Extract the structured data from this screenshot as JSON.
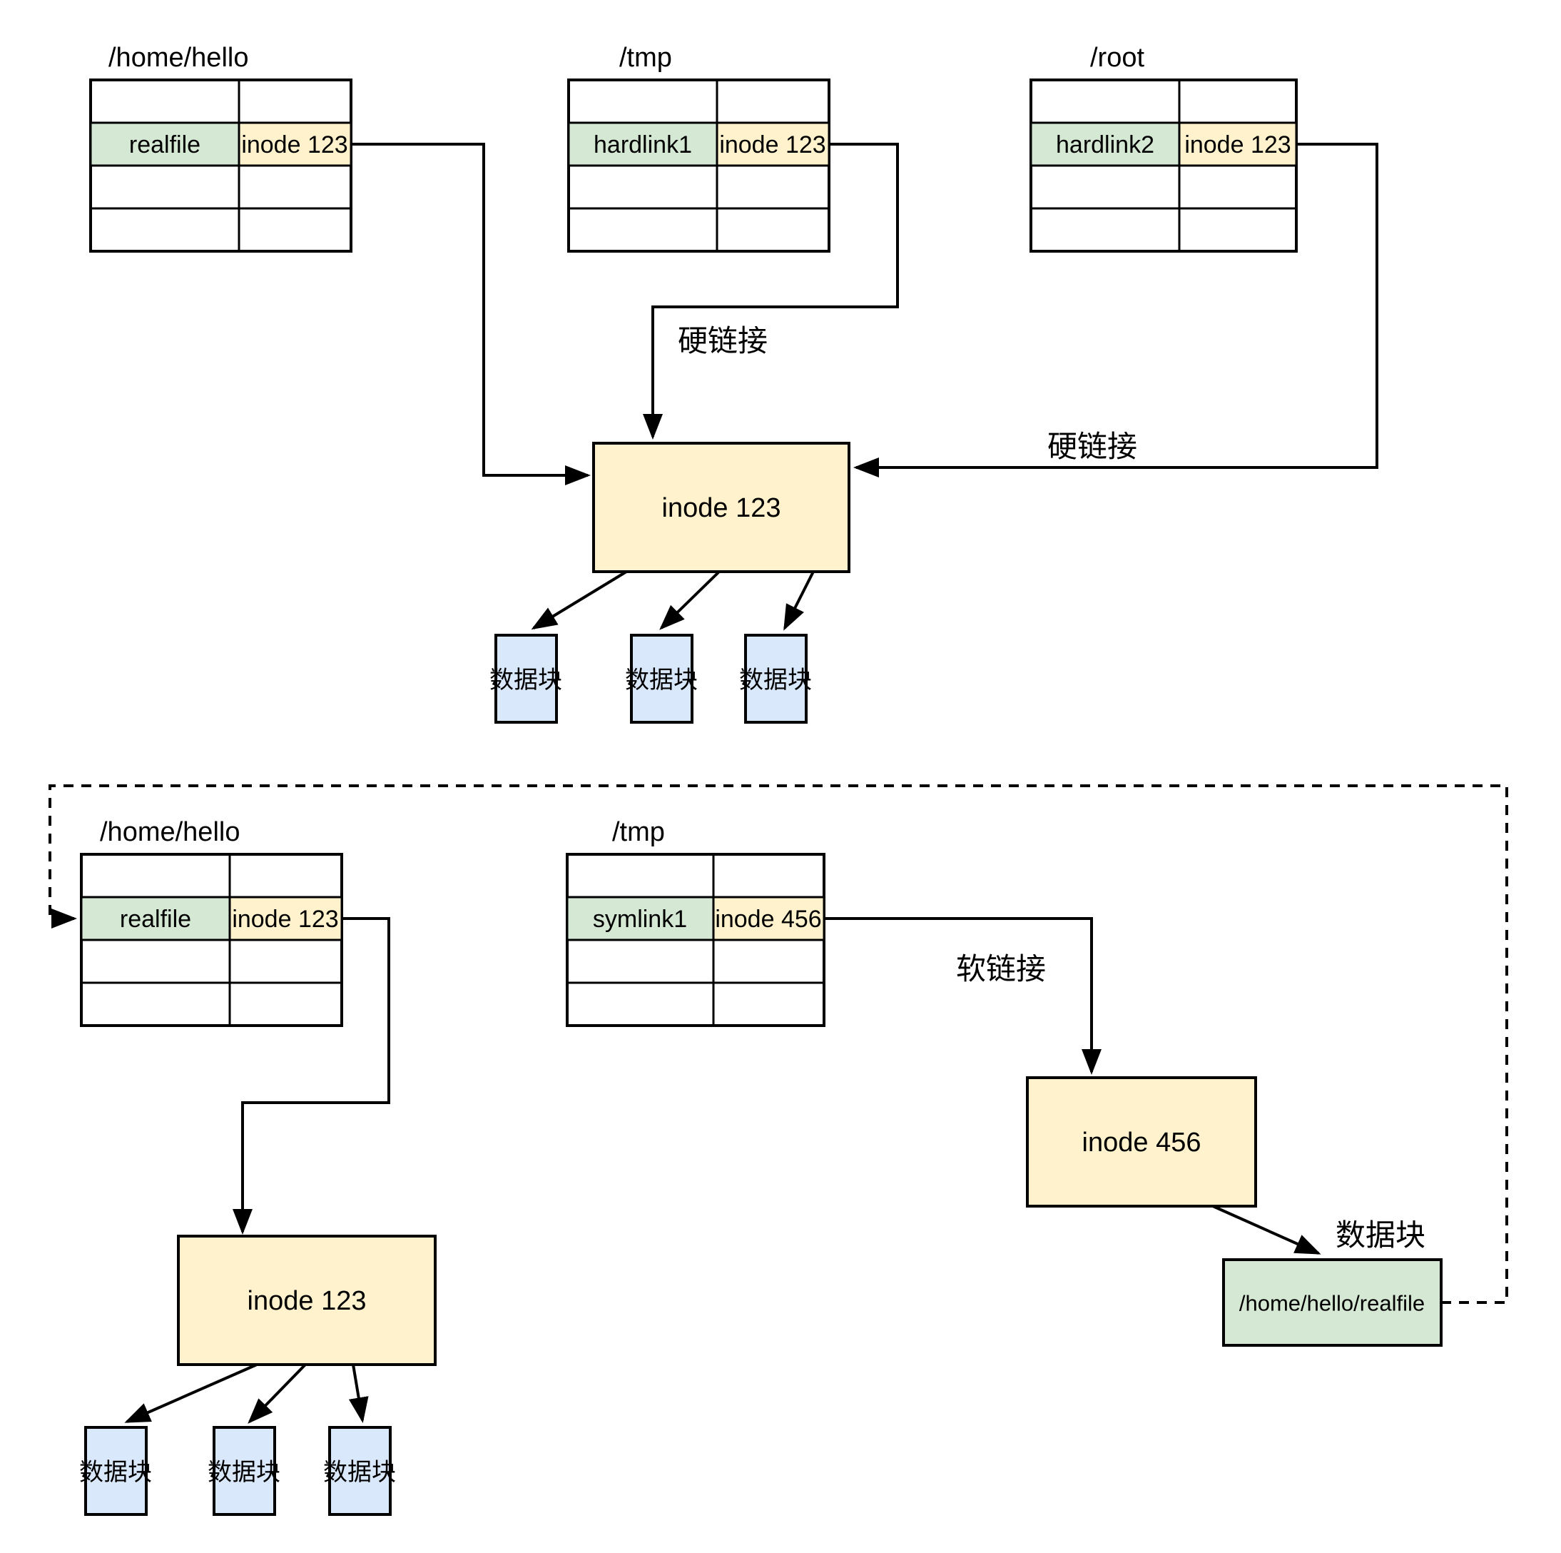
{
  "colors": {
    "inode_fill": "#fff2cc",
    "file_fill": "#d5e8d4",
    "block_fill": "#dae8fc",
    "line": "#000000",
    "background": "#ffffff"
  },
  "top": {
    "dir1": {
      "title": "/home/hello",
      "file": "realfile",
      "inode": "inode 123"
    },
    "dir2": {
      "title": "/tmp",
      "file": "hardlink1",
      "inode": "inode 123"
    },
    "dir3": {
      "title": "/root",
      "file": "hardlink2",
      "inode": "inode 123"
    },
    "inode_box": "inode 123",
    "hardlink_label_tmp": "硬链接",
    "hardlink_label_root": "硬链接",
    "blocks": [
      "数据块",
      "数据块",
      "数据块"
    ]
  },
  "bottom": {
    "dir1": {
      "title": "/home/hello",
      "file": "realfile",
      "inode": "inode 123"
    },
    "dir2": {
      "title": "/tmp",
      "file": "symlink1",
      "inode": "inode 456"
    },
    "inode123_box": "inode 123",
    "inode456_box": "inode 456",
    "softlink_label": "软链接",
    "datablock_label": "数据块",
    "realfile_box": "/home/hello/realfile",
    "blocks": [
      "数据块",
      "数据块",
      "数据块"
    ]
  }
}
